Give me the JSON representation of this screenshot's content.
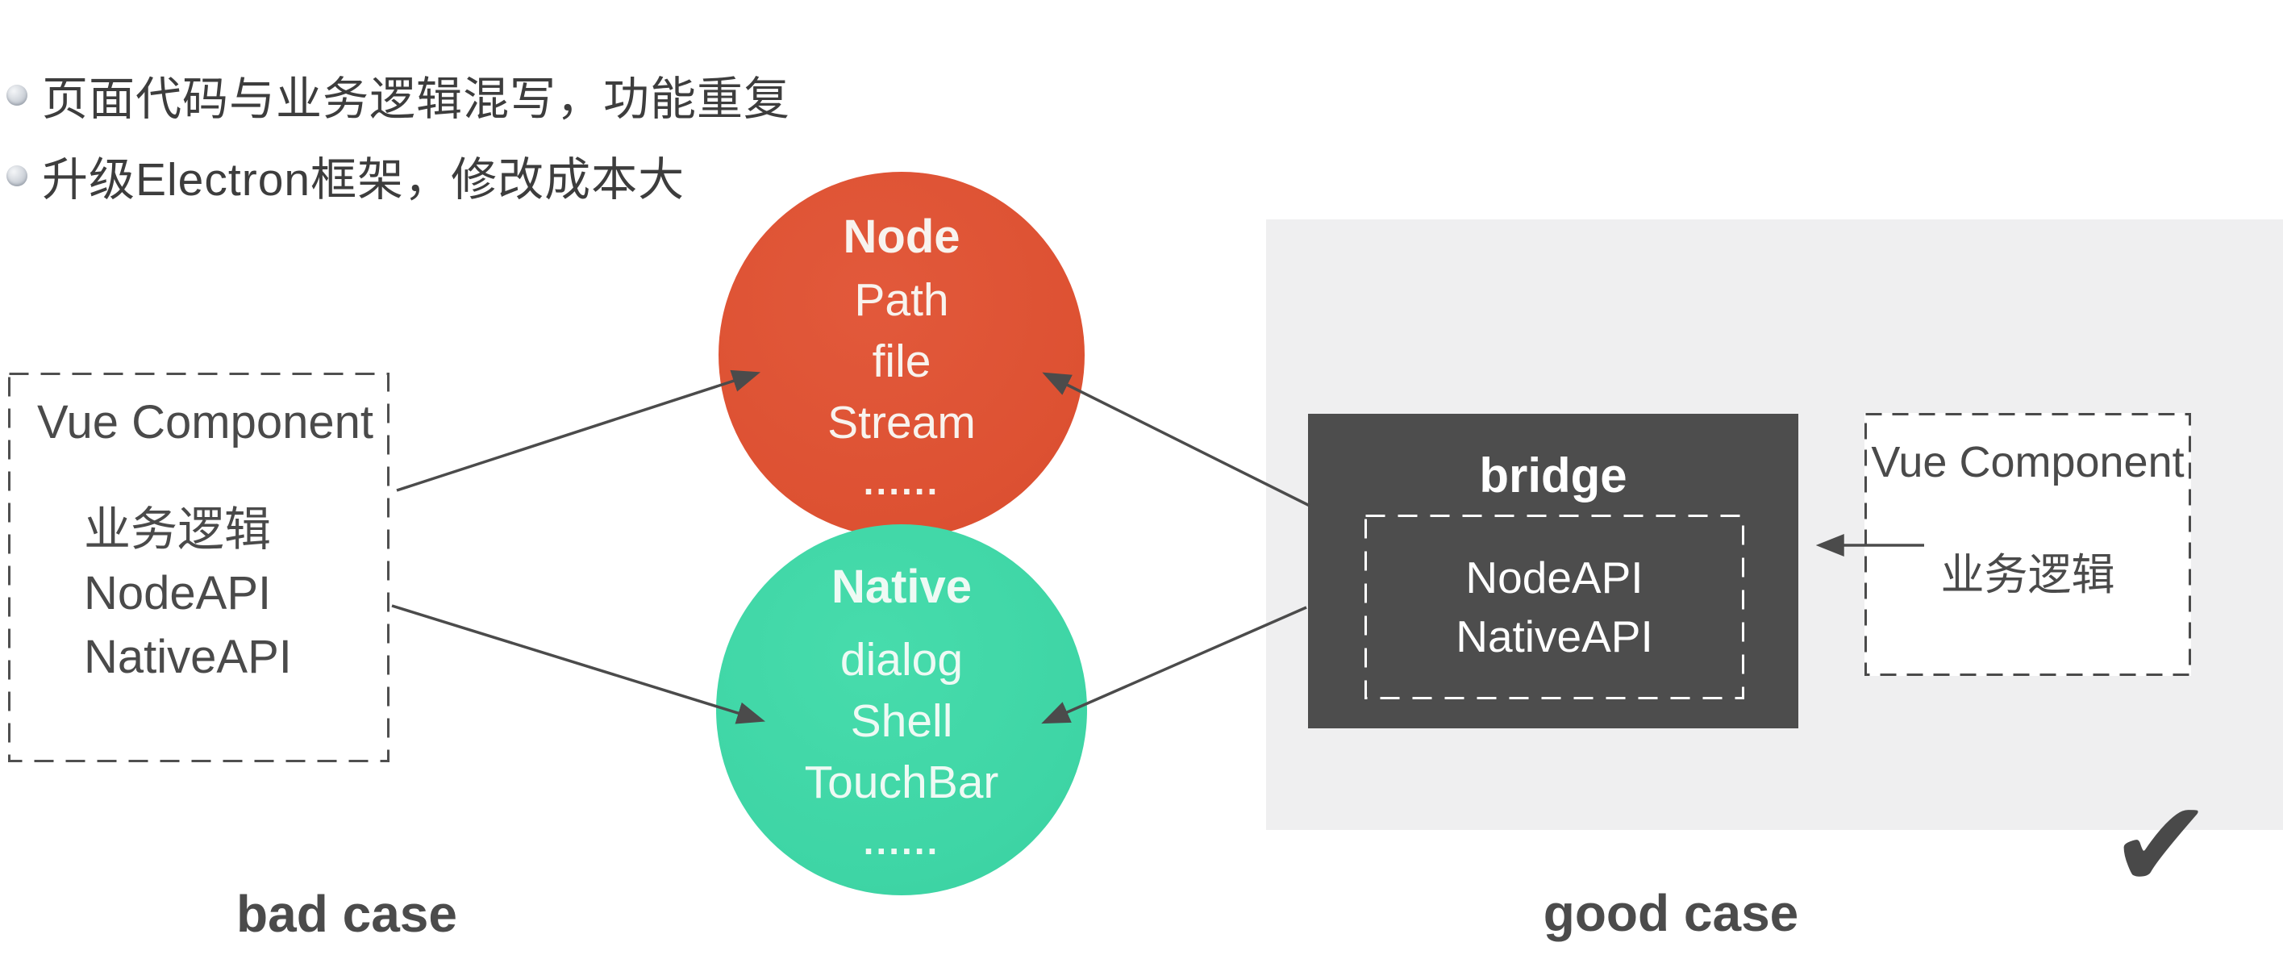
{
  "slide": {
    "bullets": {
      "items": [
        {
          "text": "页面代码与业务逻辑混写，功能重复"
        },
        {
          "text": "升级Electron框架，修改成本大"
        }
      ]
    },
    "bad_case": {
      "label": "bad case",
      "vue_box": {
        "title": "Vue Component",
        "items": [
          "业务逻辑",
          "NodeAPI",
          "NativeAPI"
        ]
      }
    },
    "node_circle": {
      "title": "Node",
      "items": [
        "Path",
        "file",
        "Stream"
      ],
      "ellipsis": "......"
    },
    "native_circle": {
      "title": "Native",
      "items": [
        "dialog",
        "Shell",
        "TouchBar"
      ],
      "ellipsis": "......"
    },
    "good_case": {
      "label": "good case",
      "checkmark": "✔",
      "bridge": {
        "title": "bridge",
        "api_box": {
          "items": [
            "NodeAPI",
            "NativeAPI"
          ]
        }
      },
      "vue_box": {
        "title": "Vue Component",
        "item": "业务逻辑"
      }
    },
    "colors": {
      "node_circle": "#dd5132",
      "native_circle": "#3ed5a5",
      "bridge_bg": "#4d4d4d",
      "panel_bg": "#efeff0",
      "text_dark": "#3d3d3d",
      "arrow": "#4b4b4b"
    }
  }
}
